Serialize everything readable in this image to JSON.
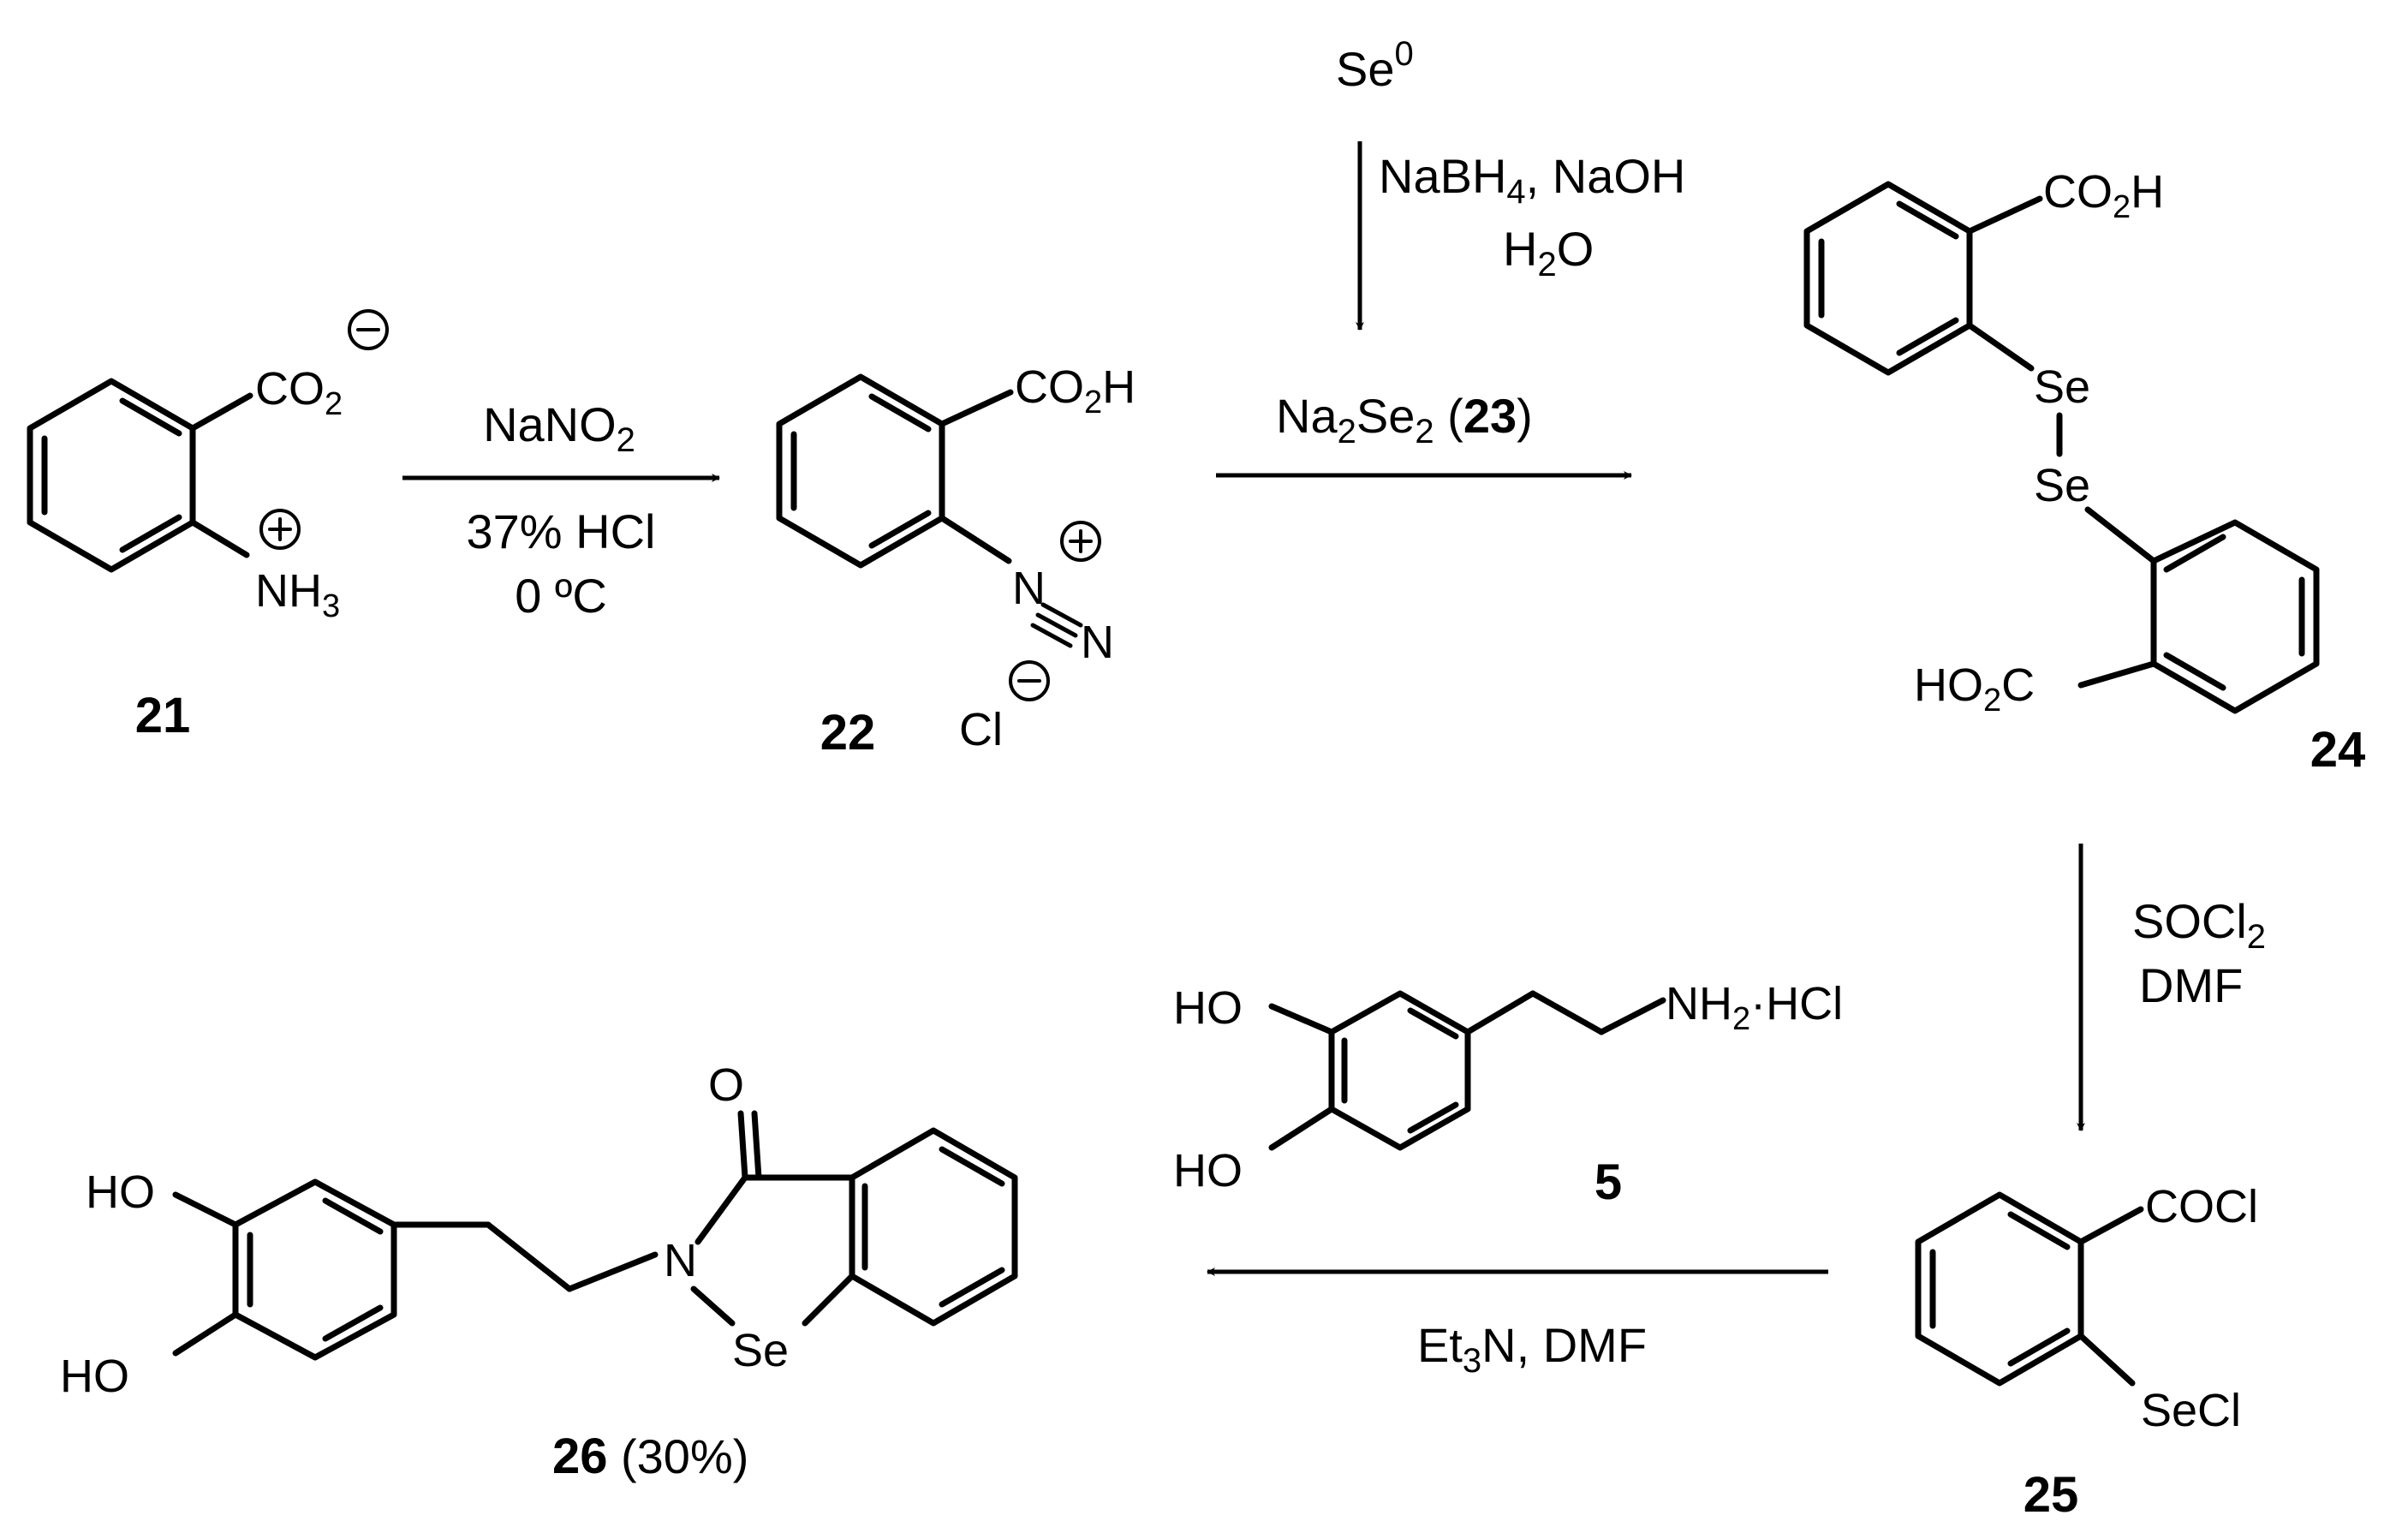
{
  "compounds": [
    {
      "id": "21",
      "label": "21",
      "groups": [
        "CO",
        "2",
        "NH",
        "3"
      ],
      "charges": [
        "anion-on-carboxylate",
        "cation-on-ammonium"
      ]
    },
    {
      "id": "22",
      "label": "22",
      "groups": [
        "CO",
        "2",
        "H",
        "N",
        "N",
        "Cl"
      ],
      "charges": [
        "cation-on-diazonium",
        "anion-on-chloride"
      ]
    },
    {
      "id": "24",
      "label": "24",
      "groups": [
        "CO",
        "2",
        "H",
        "Se",
        "Se",
        "HO",
        "2",
        "C"
      ]
    },
    {
      "id": "25",
      "label": "25",
      "groups": [
        "COCl",
        "SeCl"
      ]
    },
    {
      "id": "5",
      "label": "5",
      "groups": [
        "HO",
        "HO",
        "NH",
        "2",
        "·HCl"
      ]
    },
    {
      "id": "26",
      "label": "26",
      "yield": "(30%)",
      "groups": [
        "O",
        "N",
        "Se",
        "HO",
        "HO"
      ]
    }
  ],
  "reagents": {
    "r1_top": [
      "NaNO",
      "2"
    ],
    "r1_bottom": [
      "37% HCl",
      "0 ºC"
    ],
    "r2_top_parts": [
      "Na",
      "2",
      "Se",
      "2",
      " (",
      "23",
      ")"
    ],
    "se_source": [
      "Se",
      "0"
    ],
    "se_conditions": [
      "NaBH",
      "4",
      ", NaOH",
      "H",
      "2",
      "O"
    ],
    "r3": [
      "SOCl",
      "2",
      "DMF"
    ],
    "r4": [
      "Et",
      "3",
      "N, DMF"
    ]
  },
  "colors": {
    "ink": "#000000",
    "background": "#ffffff"
  }
}
